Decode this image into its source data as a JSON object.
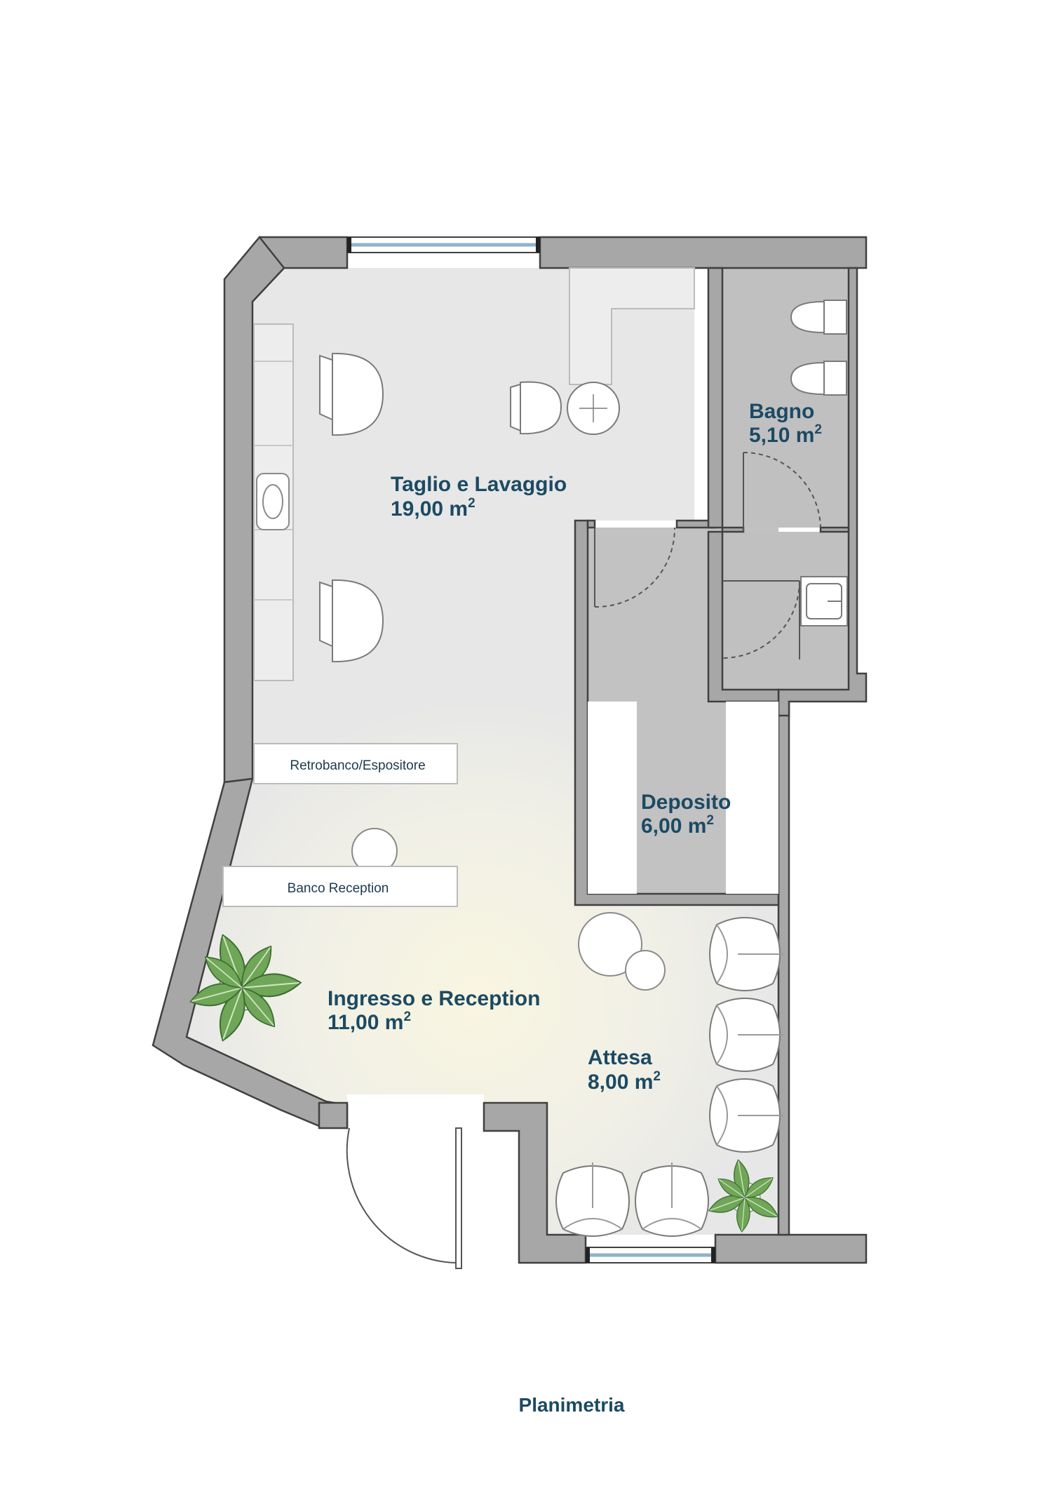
{
  "rooms": {
    "taglio": {
      "name": "Taglio e Lavaggio",
      "area": "19,00 m",
      "unit_exp": "2"
    },
    "bagno": {
      "name": "Bagno",
      "area": "5,10 m",
      "unit_exp": "2"
    },
    "deposito": {
      "name": "Deposito",
      "area": "6,00 m",
      "unit_exp": "2"
    },
    "ingresso": {
      "name": "Ingresso e Reception",
      "area": "11,00 m",
      "unit_exp": "2"
    },
    "attesa": {
      "name": "Attesa",
      "area": "8,00 m",
      "unit_exp": "2"
    }
  },
  "furniture": {
    "retrobanco": "Retrobanco/Espositore",
    "banco": "Banco Reception"
  },
  "caption": "Planimetria",
  "colors": {
    "wall": "#a5a5a5",
    "wall_stroke": "#3f3f3f",
    "floor_main": "#e7e7e7",
    "floor_entry": "#f7f4e2",
    "floor_service": "#bfbfbf",
    "text": "#1c4a63",
    "window": "#a8c4d6",
    "plant": "#5d9a4a"
  }
}
